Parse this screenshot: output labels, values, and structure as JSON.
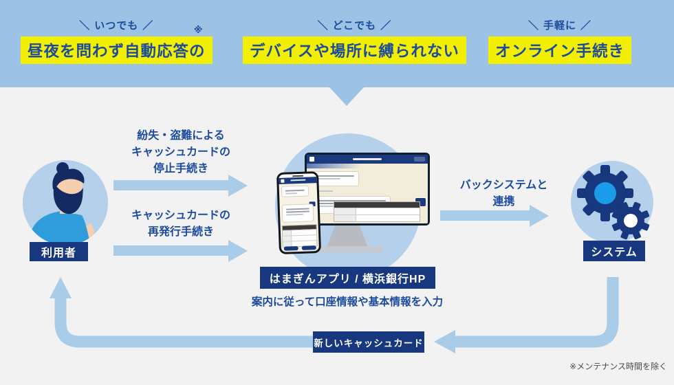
{
  "colors": {
    "page_bg": "#f2f2f2",
    "banner_bg": "#9cc3e6",
    "highlight_yellow": "#f3ef00",
    "text_blue": "#1b4a9e",
    "navy": "#17377f",
    "arrow_blue": "#a9cce9",
    "circle_blue": "#b4d0ea",
    "accent_blue": "#1a9ce8"
  },
  "banner": {
    "slash_left": "＼",
    "slash_right": "／",
    "items": [
      {
        "tagline": "いつでも",
        "headline": "昼夜を問わず自動応答の",
        "note_mark": "※"
      },
      {
        "tagline": "どこでも",
        "headline": "デバイスや場所に縛られない"
      },
      {
        "tagline": "手軽に",
        "headline": "オンライン手続き"
      }
    ]
  },
  "flow": {
    "user_label": "利用者",
    "stop_procedure_label": "紛失・盗難による\nキャッシュカードの\n停止手続き",
    "reissue_procedure_label": "キャッシュカードの\n再発行手続き",
    "channel_label": "はまぎんアプリ / 横浜銀行HP",
    "channel_caption": "案内に従って口座情報や基本情報を入力",
    "backend_label": "バックシステムと\n連携",
    "system_label": "システム",
    "new_card_label": "新しいキャッシュカード",
    "footnote": "※メンテナンス時間を除く"
  }
}
